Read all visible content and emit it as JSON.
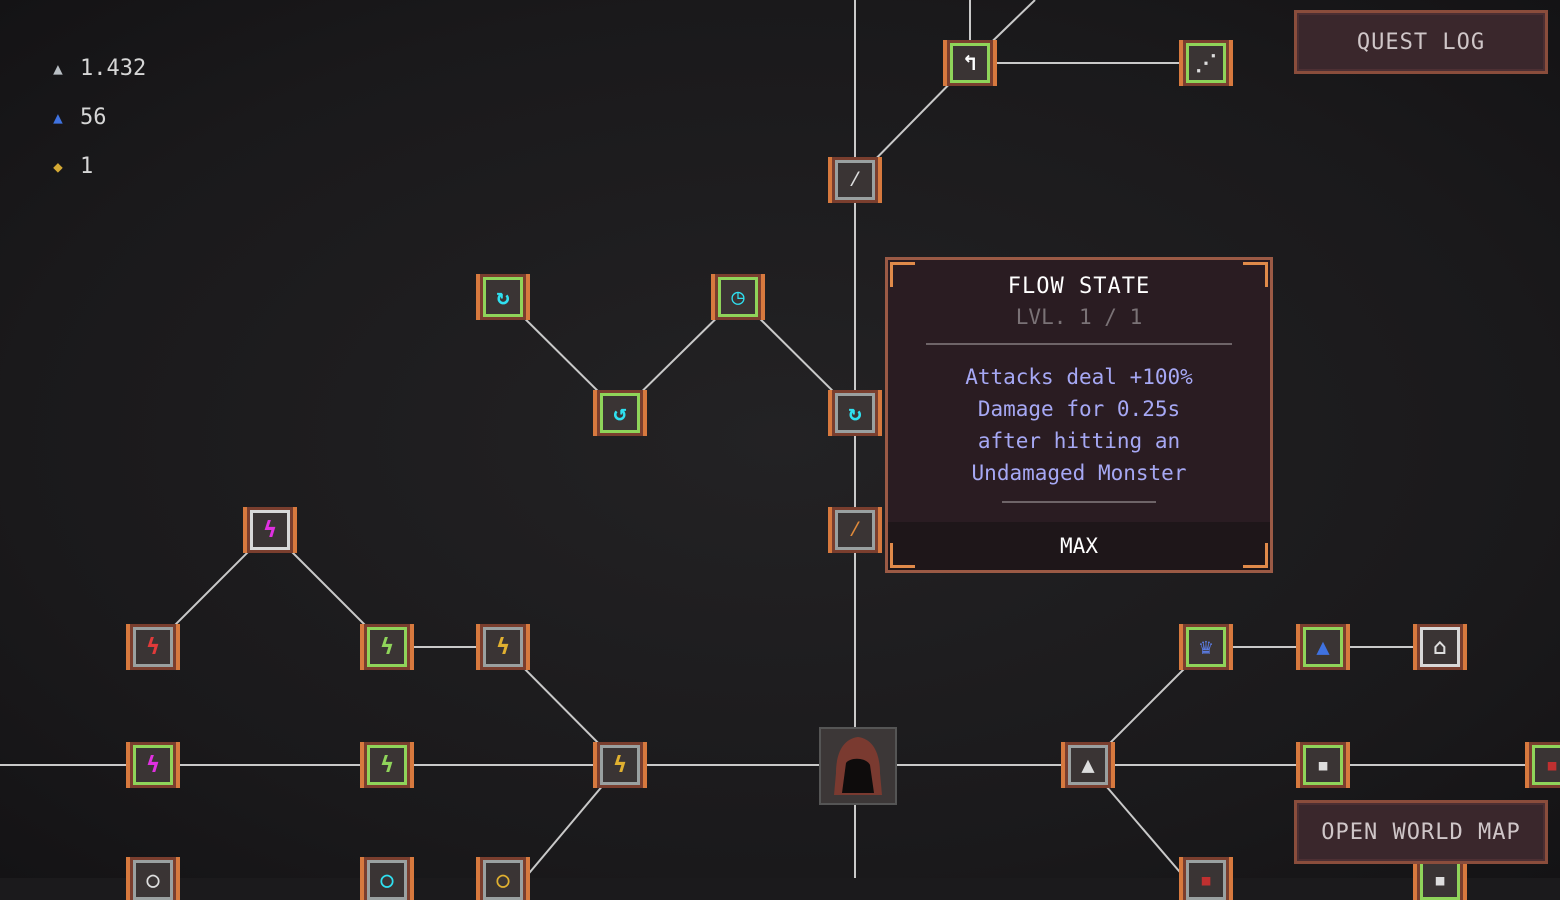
{
  "resources": [
    {
      "icon": "silver-soul-icon",
      "value": "1.432",
      "color": "#b9bfc4"
    },
    {
      "icon": "blue-soul-icon",
      "value": "56",
      "color": "#3f72e0"
    },
    {
      "icon": "gold-gem-icon",
      "value": "1",
      "color": "#d4a934"
    }
  ],
  "buttons": {
    "quest_log": "QUEST LOG",
    "open_world_map": "OPEN WORLD MAP"
  },
  "tooltip": {
    "title": "FLOW STATE",
    "level": "LVL. 1 / 1",
    "description": [
      "Attacks deal +100%",
      "Damage for 0.25s",
      "after hitting an",
      "Undamaged Monster"
    ],
    "status": "MAX"
  },
  "colors": {
    "accent_orange": "#d7793e",
    "unlocked_border": "#8fd45a",
    "description_text": "#a6a8f4"
  }
}
